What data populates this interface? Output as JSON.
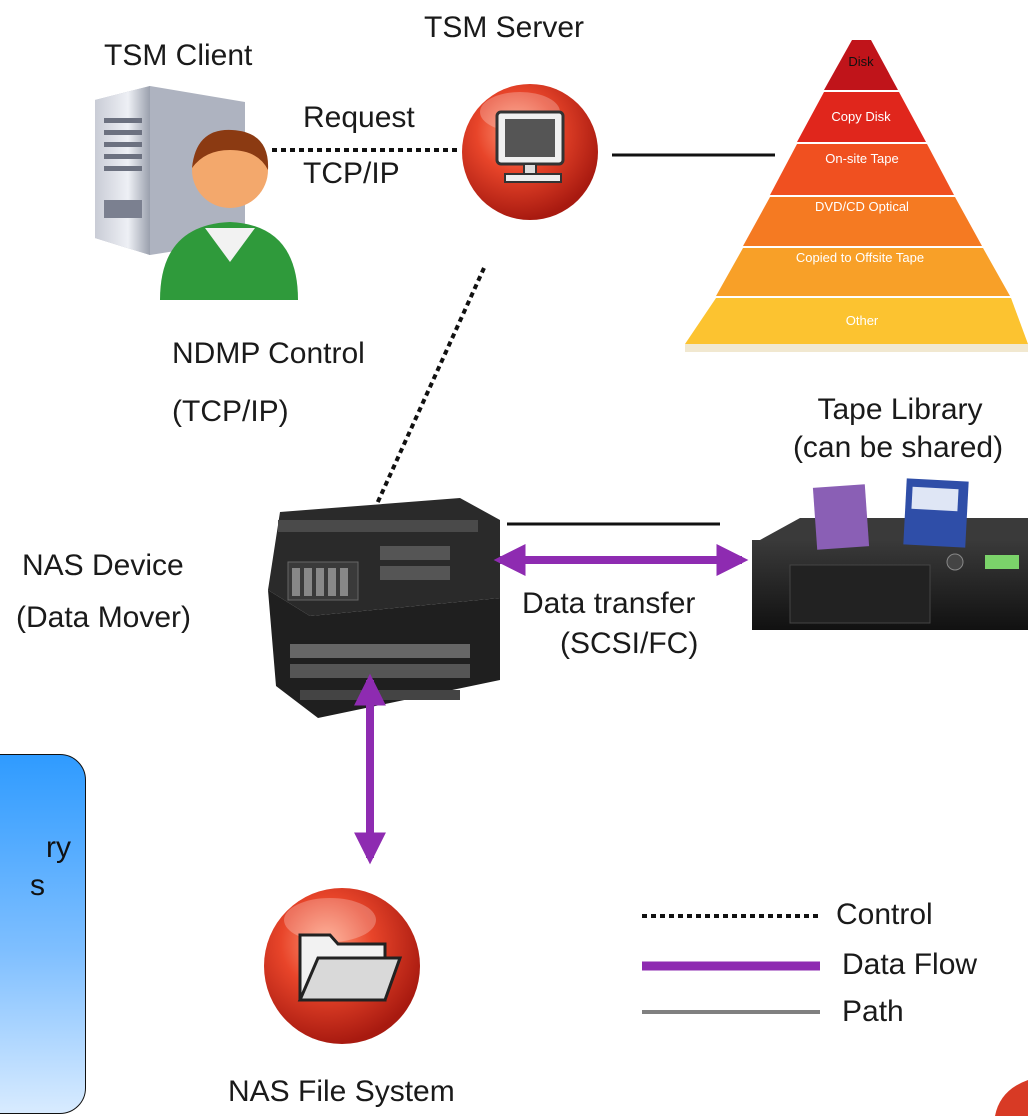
{
  "labels": {
    "tsm_client": "TSM Client",
    "tsm_server": "TSM Server",
    "request": "Request",
    "tcpip": "TCP/IP",
    "ndmp_control": "NDMP Control",
    "ndmp_tcpip": "(TCP/IP)",
    "tape_library_1": "Tape Library",
    "tape_library_2": "(can be shared)",
    "nas_device_1": "NAS Device",
    "nas_device_2": "(Data Mover)",
    "data_transfer_1": "Data transfer",
    "data_transfer_2": "(SCSI/FC)",
    "nas_file_system": "NAS File System"
  },
  "hierarchy": [
    {
      "label": "Disk",
      "color": "#c0141a"
    },
    {
      "label": "Copy Disk",
      "color": "#e0261c"
    },
    {
      "label": "On-site Tape",
      "color": "#f05020"
    },
    {
      "label": "DVD/CD Optical",
      "color": "#f57a22"
    },
    {
      "label": "Copied to Offsite Tape",
      "color": "#f8a028"
    },
    {
      "label": "Other",
      "color": "#fcc330"
    }
  ],
  "legend": {
    "control": "Control",
    "data_flow": "Data Flow",
    "path": "Path"
  },
  "sidebar_box": {
    "line1": "ry",
    "line2": "s"
  },
  "colors": {
    "data_flow": "#8e2bb1",
    "path": "#808080",
    "control": "#111111",
    "icon_red": "#e23b22",
    "box_blue": "#2f9bff"
  }
}
